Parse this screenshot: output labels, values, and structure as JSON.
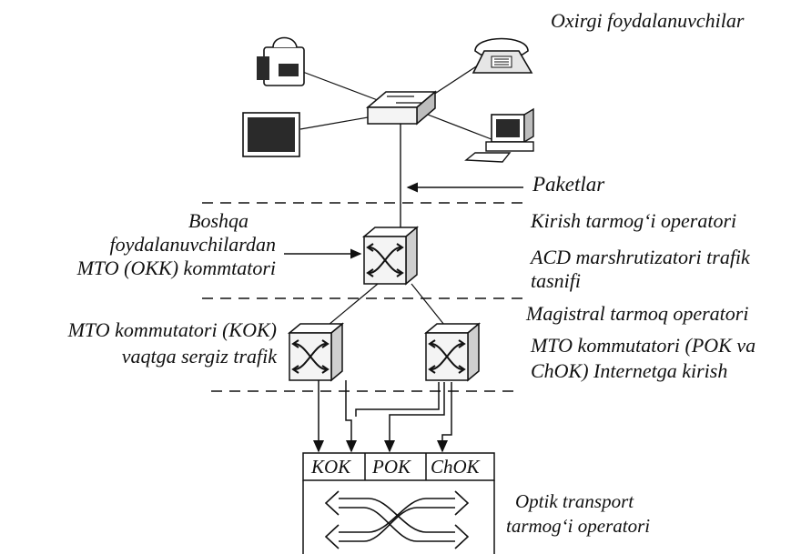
{
  "labels": {
    "end_users": "Oxirgi foydalanuvchilar",
    "packets": "Paketlar",
    "other_users_1": "Boshqa",
    "other_users_2": "foydalanuvchilardan",
    "other_users_3": "MTO (OKK) kommtatori",
    "access_operator": "Kirish tarmog‘i operatori",
    "acd_1": "ACD marshrutizatori trafik",
    "acd_2": "tasnifi",
    "backbone_operator": "Magistral tarmoq operatori",
    "kok_1": "MTO kommutatori (KOK)",
    "kok_2": "vaqtga sergiz trafik",
    "pok_1": "MTO kommutatori (POK va",
    "pok_2": "ChOK) Internetga kirish",
    "optical_1": "Optik transport",
    "optical_2": "tarmog‘i operatori"
  },
  "optical_box": {
    "ports": [
      "KOK",
      "POK",
      "ChOK"
    ]
  },
  "icons": {
    "end_user_devices": [
      "video-camera-icon",
      "telephone-icon",
      "display-panel-icon",
      "desktop-computer-icon"
    ],
    "hub": "hub-icon",
    "switch": "switch-cube-icon"
  },
  "colors": {
    "line": "#111111",
    "background": "#ffffff",
    "screen_fill": "#2a2a2a"
  }
}
